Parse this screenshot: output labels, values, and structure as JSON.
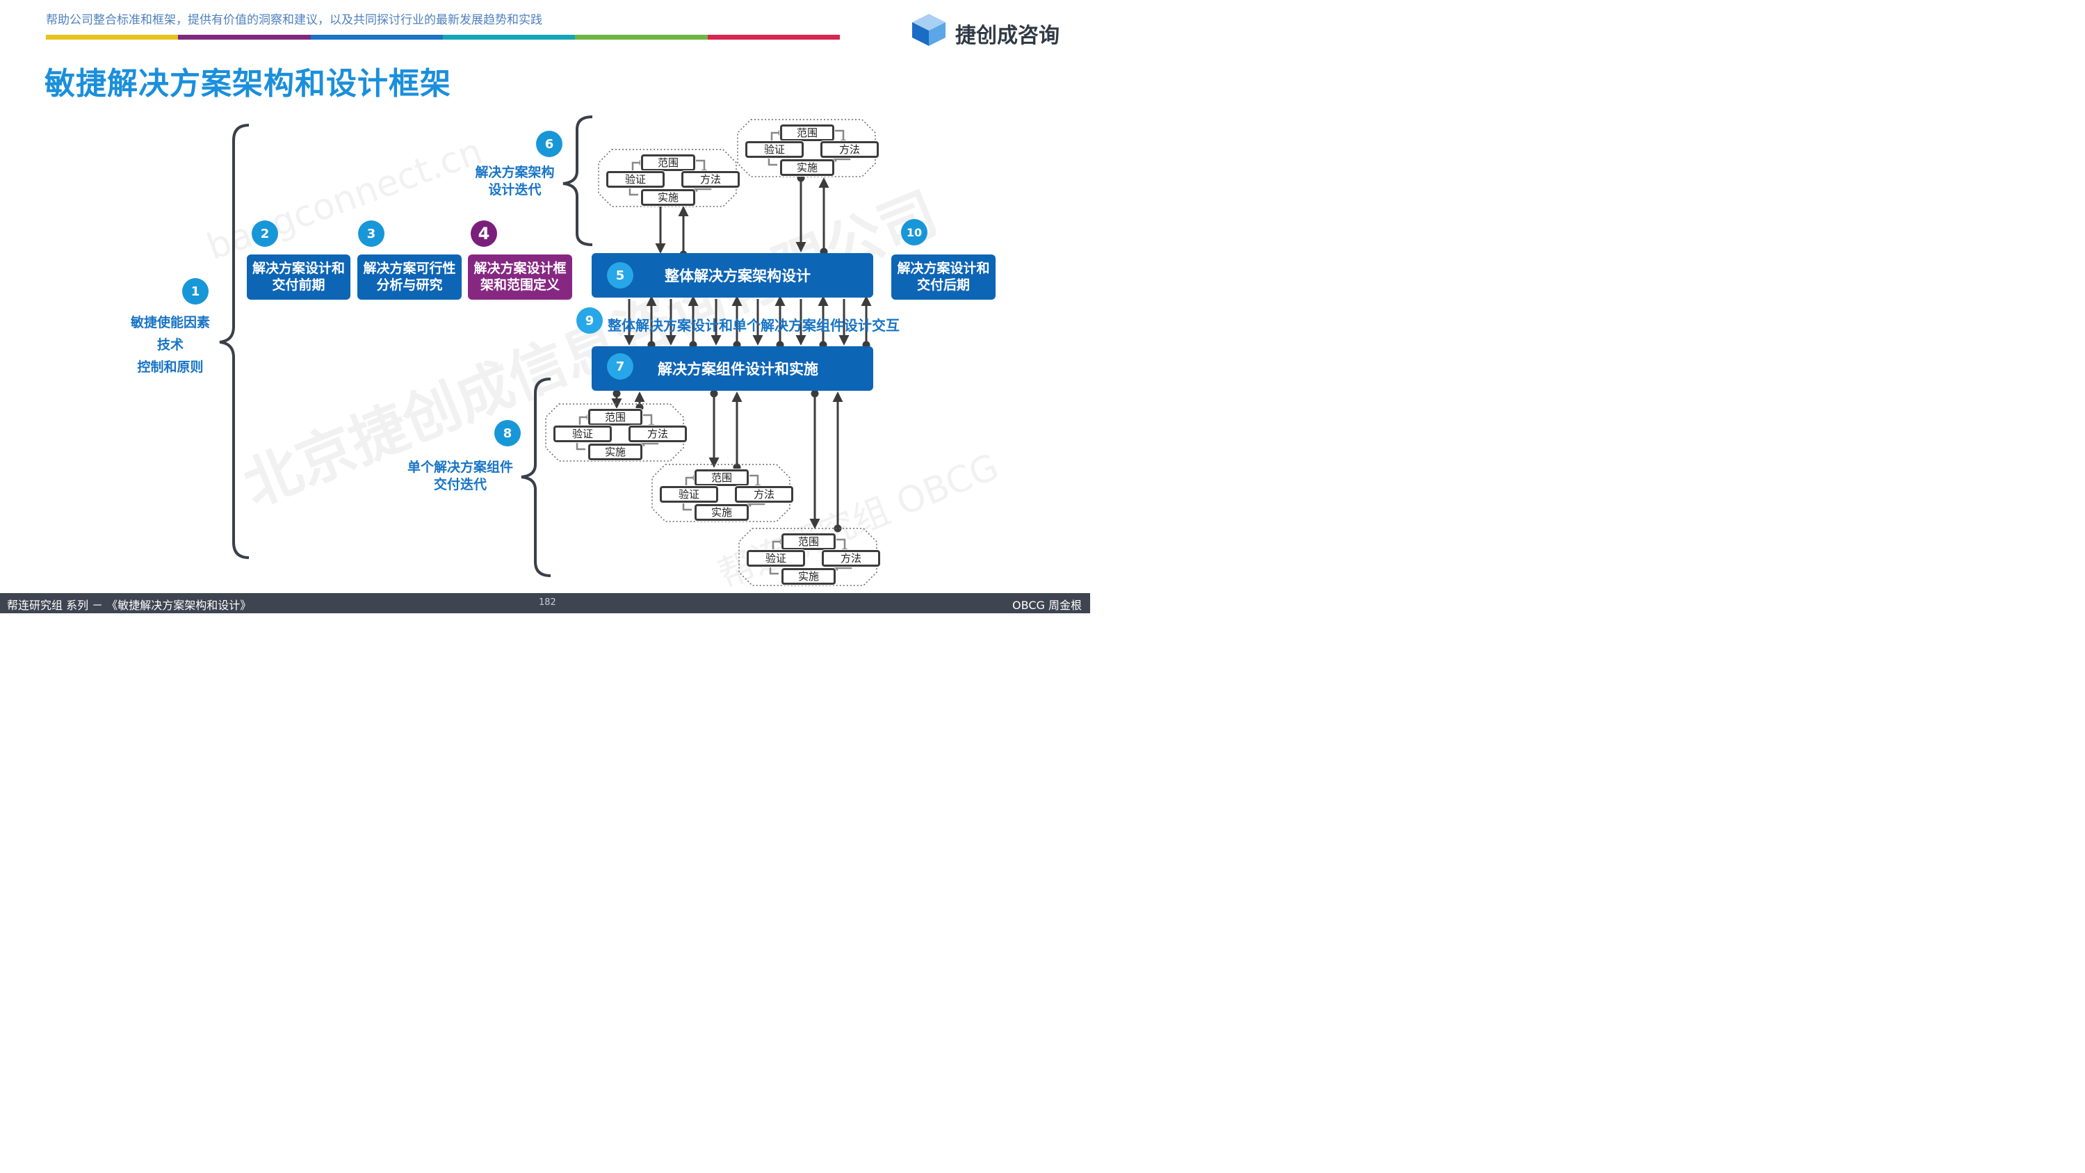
{
  "header": {
    "tagline": "帮助公司整合标准和框架，提供有价值的洞察和建议，以及共同探讨行业的最新发展趋势和实践",
    "color_bar": [
      "#e9c11f",
      "#7d2a7d",
      "#1a73c6",
      "#13a6b6",
      "#6fb544",
      "#d7264f"
    ],
    "logo_text": "捷创成咨询",
    "logo_colors": [
      "#1a6cc4",
      "#5aa6e6",
      "#a9d0f2"
    ]
  },
  "title": "敏捷解决方案架构和设计框架",
  "watermarks": [
    "bangconnect.cn",
    "北京捷创成信息咨询有限公司",
    "帮连研究组 OBCG"
  ],
  "enablers": {
    "number": "1",
    "lines": [
      "敏捷使能因素",
      "技术",
      "控制和原则"
    ]
  },
  "phases": [
    {
      "number": "2",
      "label": "解决方案设计和\n交付前期"
    },
    {
      "number": "3",
      "label": "解决方案可行性\n分析与研究"
    },
    {
      "number": "4",
      "label": "解决方案设计框\n架和范围定义"
    },
    {
      "number": "10",
      "label": "解决方案设计和\n交付后期"
    }
  ],
  "architecture_bar": {
    "number": "5",
    "label": "整体解决方案架构设计"
  },
  "component_bar": {
    "number": "7",
    "label": "解决方案组件设计和实施"
  },
  "interaction": {
    "number": "9",
    "label": "整体解决方案设计和单个解决方案组件设计交互"
  },
  "arch_iteration": {
    "number": "6",
    "label": "解决方案架构\n设计迭代"
  },
  "component_iteration": {
    "number": "8",
    "label": "单个解决方案组件\n交付迭代"
  },
  "cycle": {
    "scope": "范围",
    "validate": "验证",
    "method": "方法",
    "implement": "实施"
  },
  "footer": {
    "left": "帮连研究组 系列 － 《敏捷解决方案架构和设计》",
    "page": "182",
    "right": "OBCG 周金根"
  },
  "colors": {
    "blue": "#0d65b6",
    "purple": "#862882",
    "accent": "#1a8fdc"
  }
}
